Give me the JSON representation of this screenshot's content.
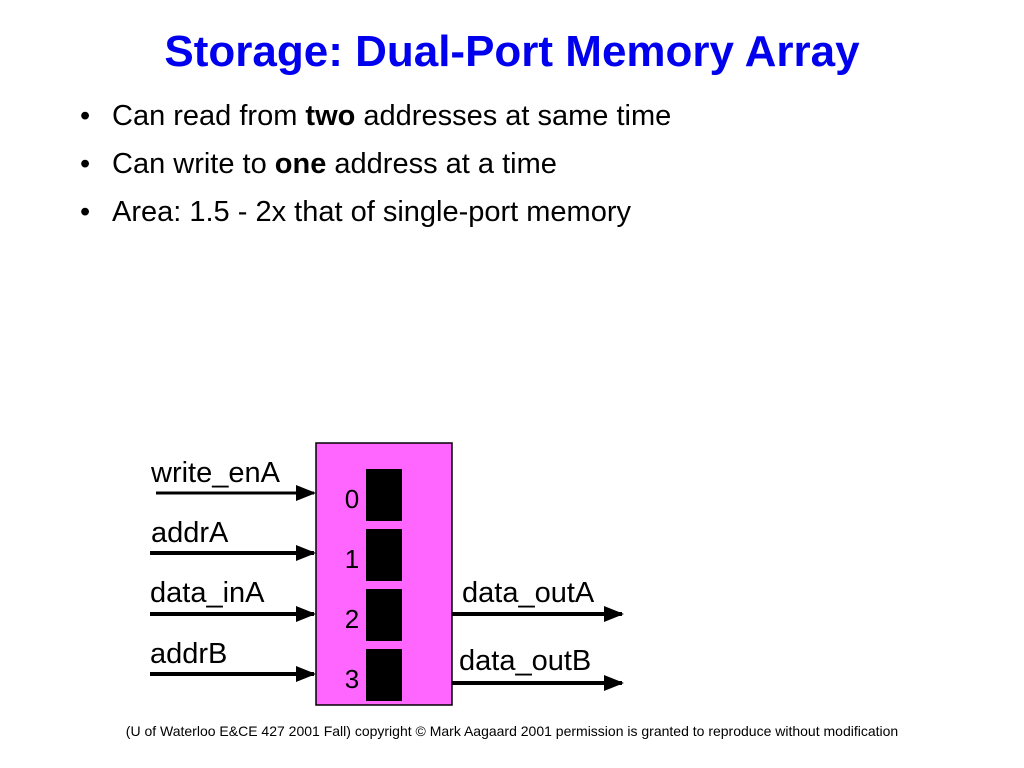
{
  "slide": {
    "title": "Storage: Dual-Port Memory Array",
    "bullets": [
      {
        "pre": "Can read from ",
        "bold": "two",
        "post": " addresses at same time"
      },
      {
        "pre": "Can write to ",
        "bold": "one",
        "post": " address at a time"
      },
      {
        "pre": "Area: 1.5 - 2x that of single-port memory",
        "bold": "",
        "post": ""
      }
    ],
    "bullet_glyph": "•",
    "footer": "(U of Waterloo  E&CE 427  2001 Fall)   copyright © Mark Aagaard 2001  permission is granted to reproduce without modification"
  },
  "diagram": {
    "inputs": [
      "write_enA",
      "addrA",
      "data_inA",
      "addrB"
    ],
    "outputs": [
      "data_outA",
      "data_outB"
    ],
    "cells": [
      "0",
      "1",
      "2",
      "3"
    ]
  },
  "colors": {
    "title": "#0000ee",
    "memory_fill": "#ff66ff",
    "cell_fill": "#000000",
    "line": "#000000"
  }
}
